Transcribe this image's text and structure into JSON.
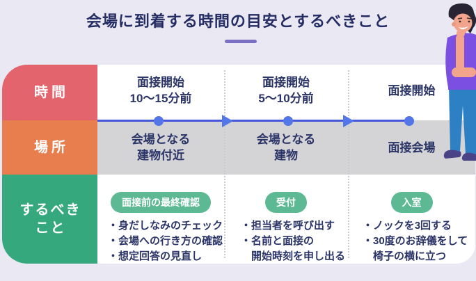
{
  "title": "会場に到着する時間の目安とするべきこと",
  "row_headers": {
    "time": "時間",
    "place": "場所",
    "todo_line1": "するべき",
    "todo_line2": "こと"
  },
  "stages": [
    {
      "time_line1": "面接開始",
      "time_line2": "10〜15分前",
      "place_line1": "会場となる",
      "place_line2": "建物付近",
      "badge": "面接前の最終確認",
      "todos": [
        "・身だしなみのチェック",
        "・会場への行き方の確認",
        "・想定回答の見直し"
      ]
    },
    {
      "time_line1": "面接開始",
      "time_line2": "5〜10分前",
      "place_line1": "会場となる",
      "place_line2": "建物",
      "badge": "受付",
      "todos": [
        "・担当者を呼び出す",
        "・名前と面接の",
        "　開始時刻を申し出る"
      ]
    },
    {
      "time_line1": "面接開始",
      "time_line2": "",
      "place_line1": "面接会場",
      "place_line2": "",
      "badge": "入室",
      "todos": [
        "・ノックを3回する",
        "・30度のお辞儀をして",
        "　椅子の横に立つ"
      ]
    }
  ],
  "colors": {
    "background": "#EAE9F3",
    "title_text": "#242C63",
    "accent_dash": "#7A70C2",
    "header_time": "#E4646D",
    "header_place": "#E87E4E",
    "header_todo": "#36A87E",
    "badge_green": "#5CB993",
    "place_row_bg": "#D4D4D7",
    "body_text": "#2B3467",
    "timeline_line": "#4456D9",
    "timeline_marker": "#5377E8"
  }
}
